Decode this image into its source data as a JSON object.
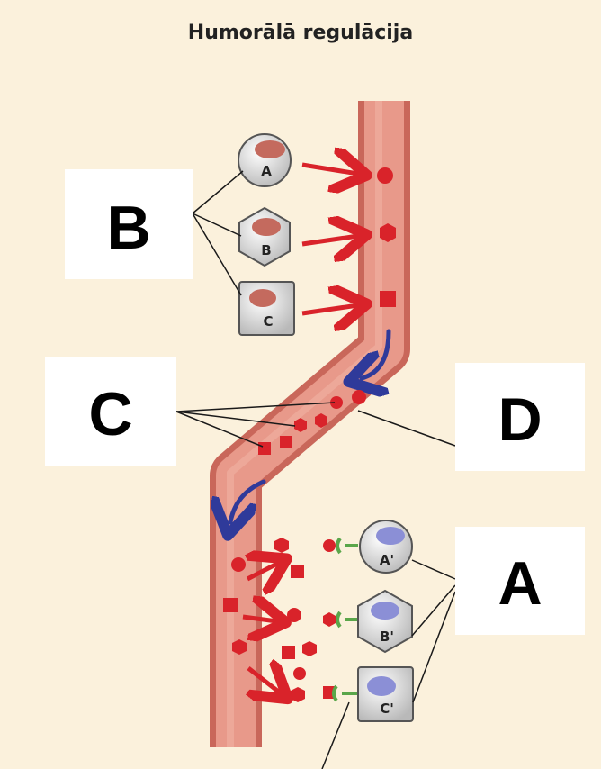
{
  "title": "Humorālā regulācija",
  "labels": {
    "A": "A",
    "B": "B",
    "C": "C",
    "D": "D"
  },
  "secreting_cells": [
    {
      "label": "A",
      "shape": "circle"
    },
    {
      "label": "B",
      "shape": "hexagon"
    },
    {
      "label": "C",
      "shape": "square"
    }
  ],
  "target_cells": [
    {
      "label": "A'",
      "shape": "circle"
    },
    {
      "label": "B'",
      "shape": "hexagon"
    },
    {
      "label": "C'",
      "shape": "square"
    }
  ],
  "colors": {
    "background": "#fbf1dc",
    "vessel": "#e8998a",
    "vessel_edge": "#c9675a",
    "hormone": "#d9232a",
    "flow_arrow": "#2f3a9a",
    "receptor": "#5aa64a",
    "secreting_nucleus": "#c46a5e",
    "target_nucleus": "#8b8fd6"
  }
}
